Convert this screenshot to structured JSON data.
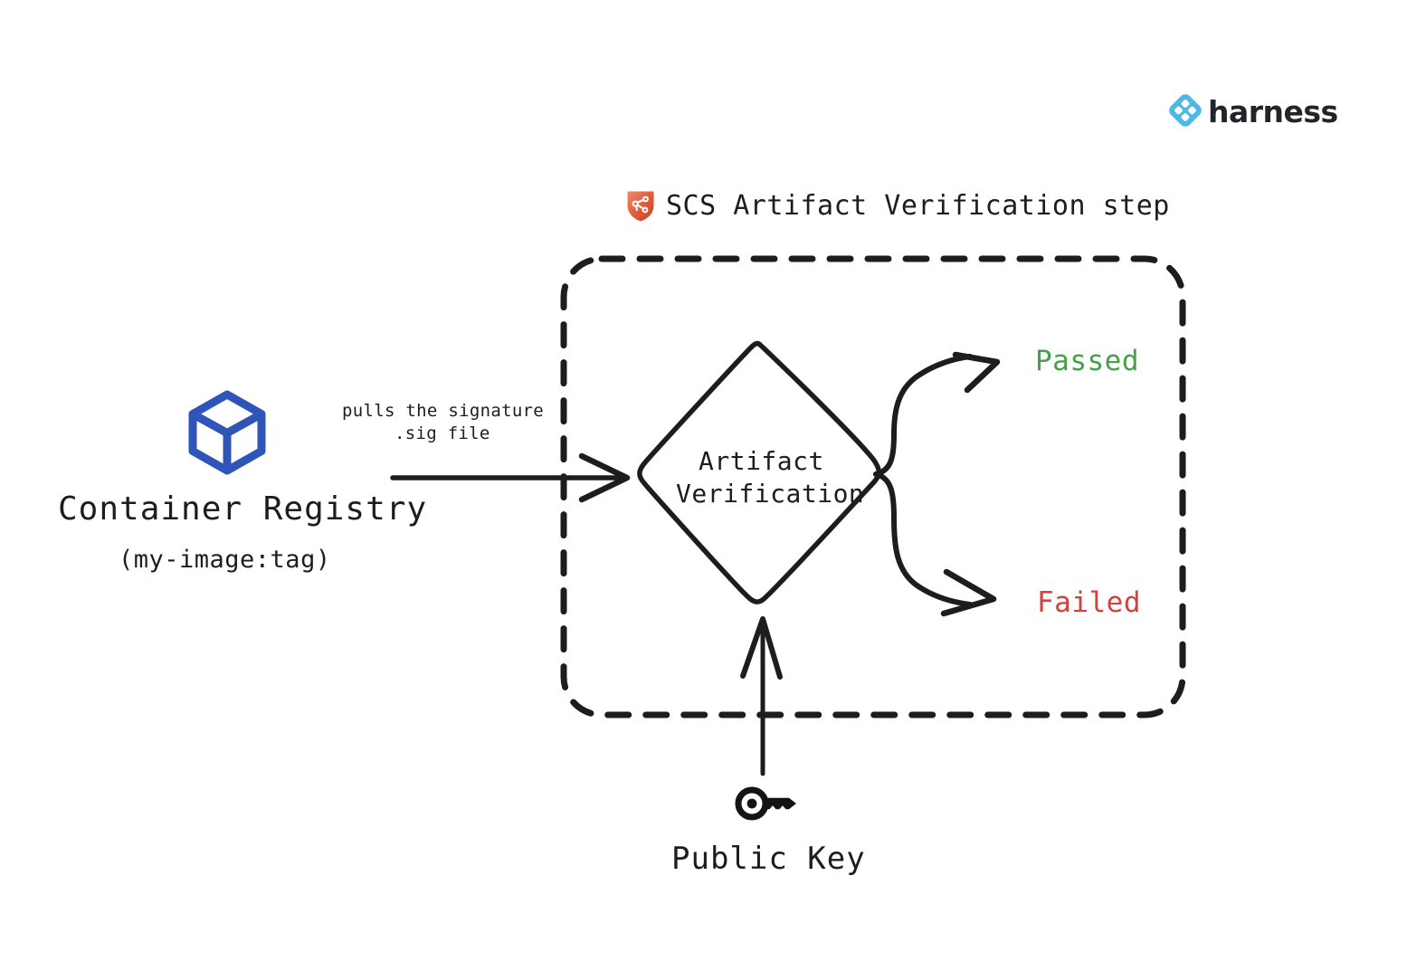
{
  "brand": {
    "logo_icon": "harness-diamond-logo-icon",
    "wordmark": "harness",
    "logo_color": "#4DB8E8",
    "wordmark_color": "#22242A"
  },
  "step": {
    "icon": "scs-shield-icon",
    "icon_color": "#E05A3A",
    "title": "SCS Artifact Verification step"
  },
  "source": {
    "icon": "container-cube-icon",
    "icon_color": "#2F55B8",
    "title": "Container Registry",
    "subtitle": "(my-image:tag)"
  },
  "annotation": {
    "line1": "pulls the signature",
    "line2": ".sig file"
  },
  "process": {
    "shape": "diamond",
    "line1": "Artifact",
    "line2": "Verification"
  },
  "outcomes": [
    {
      "label": "Passed",
      "color": "#46A049"
    },
    {
      "label": "Failed",
      "color": "#D4403C"
    }
  ],
  "credential": {
    "icon": "key-icon",
    "icon_color": "#141414",
    "label": "Public Key"
  },
  "canvas": {
    "background": "#FFFFFF",
    "stroke": "#1D1D1D"
  }
}
